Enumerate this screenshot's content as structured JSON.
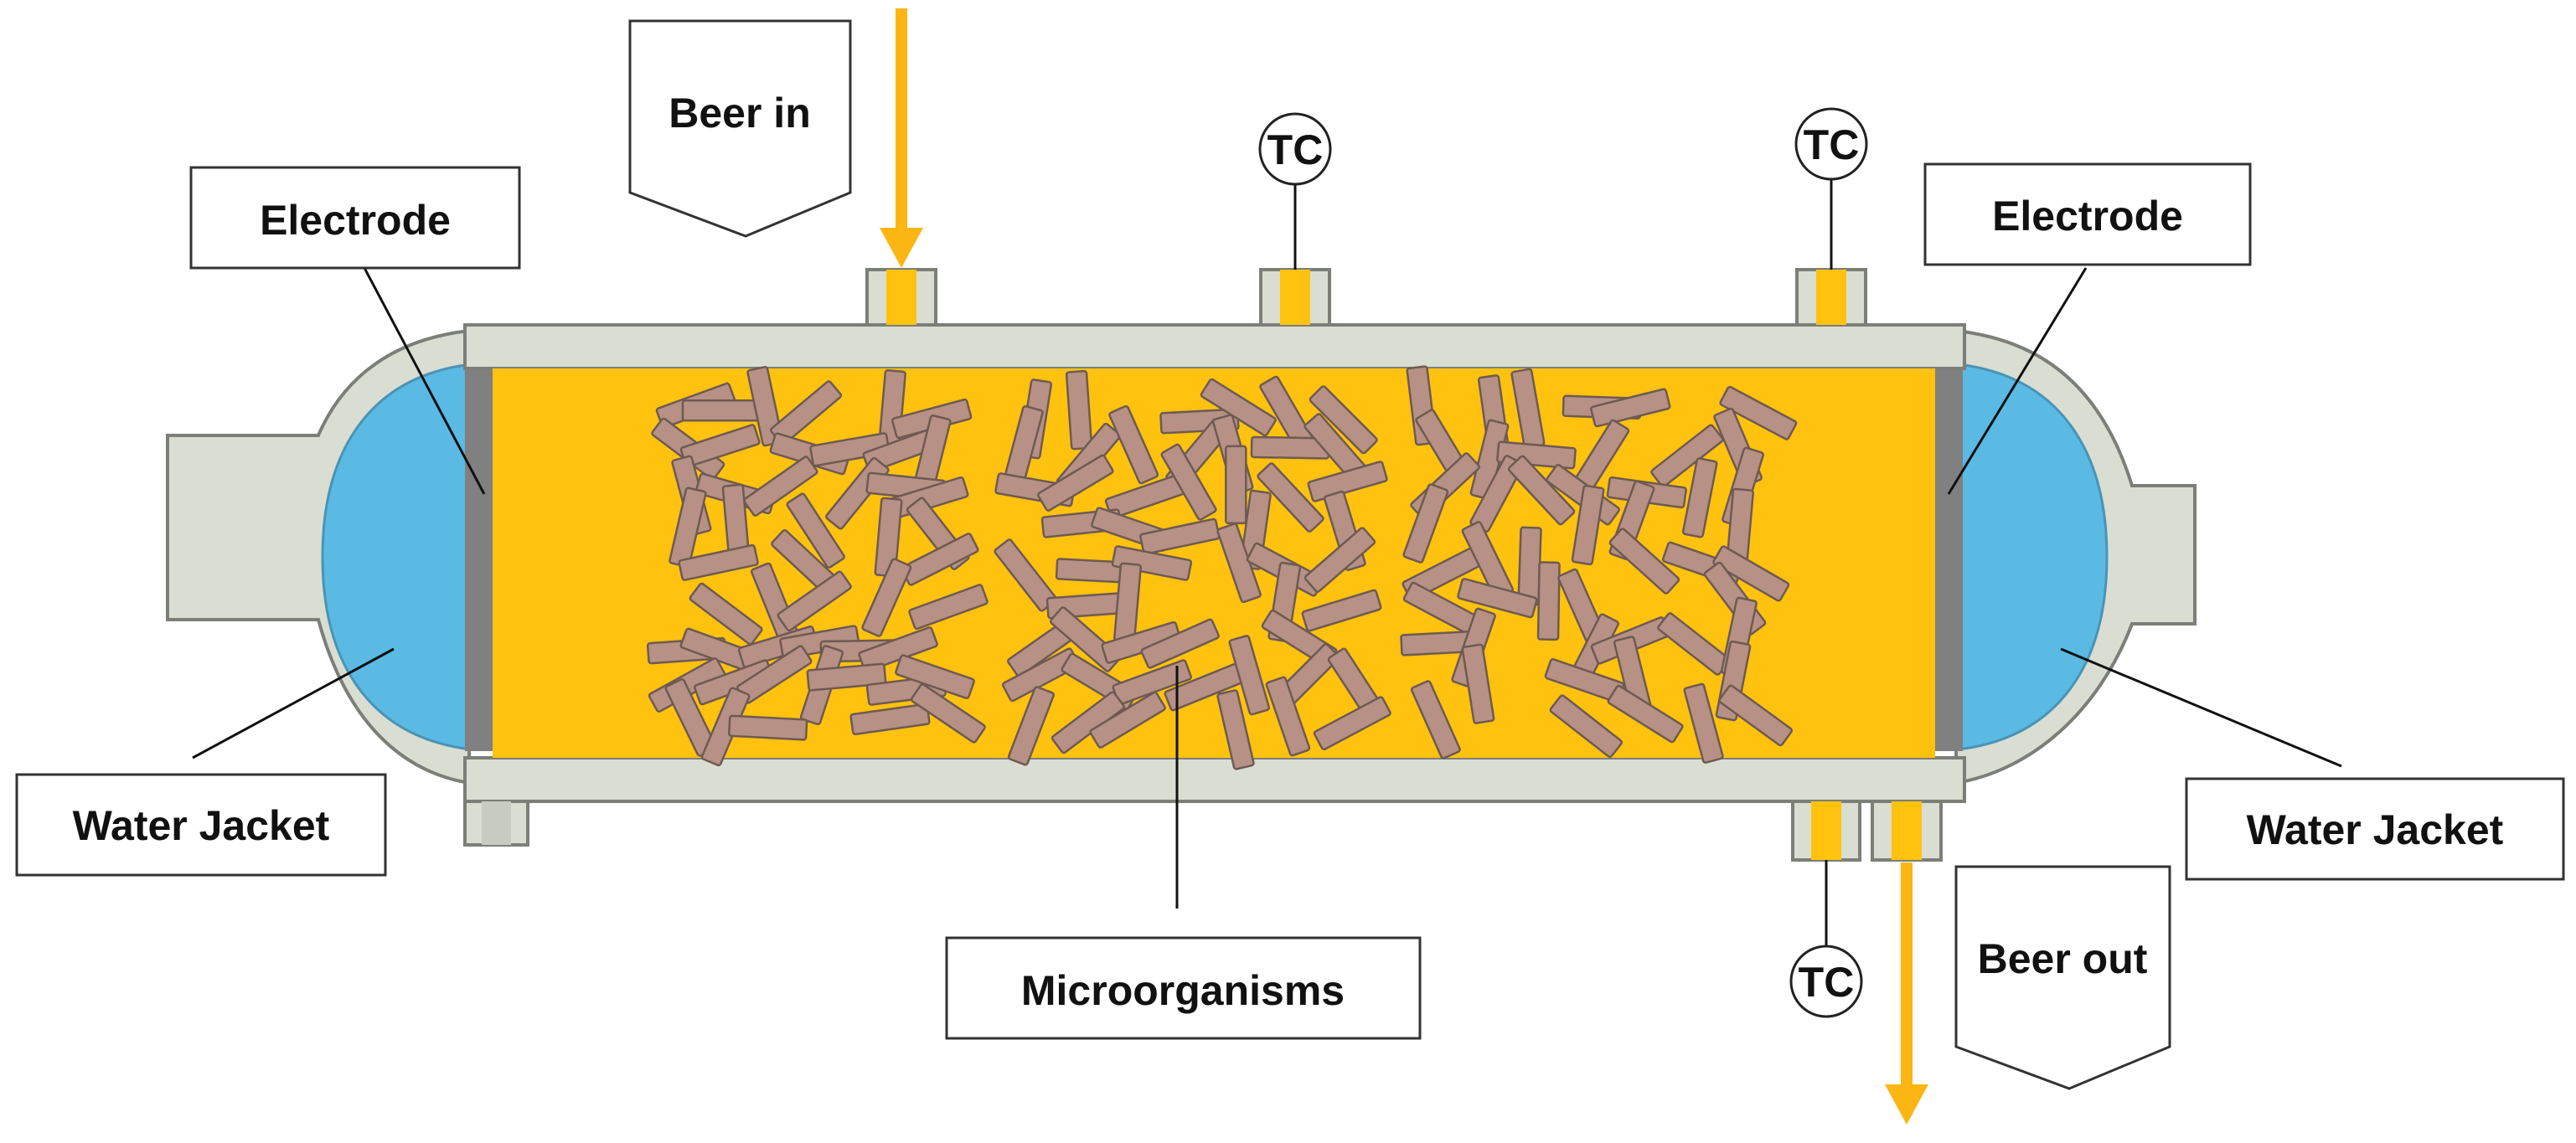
{
  "labels": {
    "beer_in": "Beer in",
    "beer_out": "Beer out",
    "electrode_left": "Electrode",
    "electrode_right": "Electrode",
    "water_jacket_left": "Water Jacket",
    "water_jacket_right": "Water Jacket",
    "microorganisms": "Microorganisms",
    "tc": "TC"
  },
  "colors": {
    "beer": "#FFC20E",
    "flow_arrow": "#FBB614",
    "water": "#5ABAE4",
    "housing": "#D9DDD2",
    "housing_stroke": "#7C7F78",
    "electrode": "#808080",
    "microorganism": "#B79185",
    "microorganism_stroke": "#6E5A52"
  },
  "icons": {
    "inflow": "arrow-down-icon",
    "outflow": "arrow-down-icon",
    "sensor": "thermocouple-icon"
  }
}
